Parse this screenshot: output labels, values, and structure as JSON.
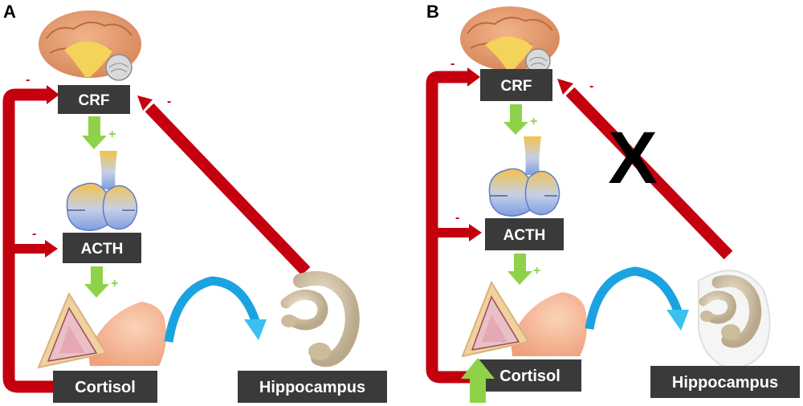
{
  "colors": {
    "inhibition": "#c4000e",
    "stimulation": "#8fd24a",
    "flow": "#1aa3e0",
    "box": "#3a3a3a",
    "box_text": "#ffffff"
  },
  "icons": [
    "brain-icon",
    "pituitary-icon",
    "adrenal-gland-icon",
    "hippocampus-icon"
  ],
  "panels": [
    {
      "letter": "A",
      "labels": {
        "crf": "CRF",
        "acth": "ACTH",
        "cortisol": "Cortisol",
        "hippocampus": "Hippocampus"
      },
      "signs": {
        "crf_feedback": "-",
        "crf_to_acth": "+",
        "acth_feedback": "-",
        "acth_to_adrenal": "+",
        "hippo_feedback": "-"
      }
    },
    {
      "letter": "B",
      "labels": {
        "crf": "CRF",
        "acth": "ACTH",
        "cortisol": "Cortisol",
        "hippocampus": "Hippocampus"
      },
      "signs": {
        "crf_feedback": "-",
        "crf_to_acth": "+",
        "acth_feedback": "-",
        "acth_to_adrenal": "+",
        "hippo_feedback": "-"
      },
      "block_mark": "X"
    }
  ]
}
